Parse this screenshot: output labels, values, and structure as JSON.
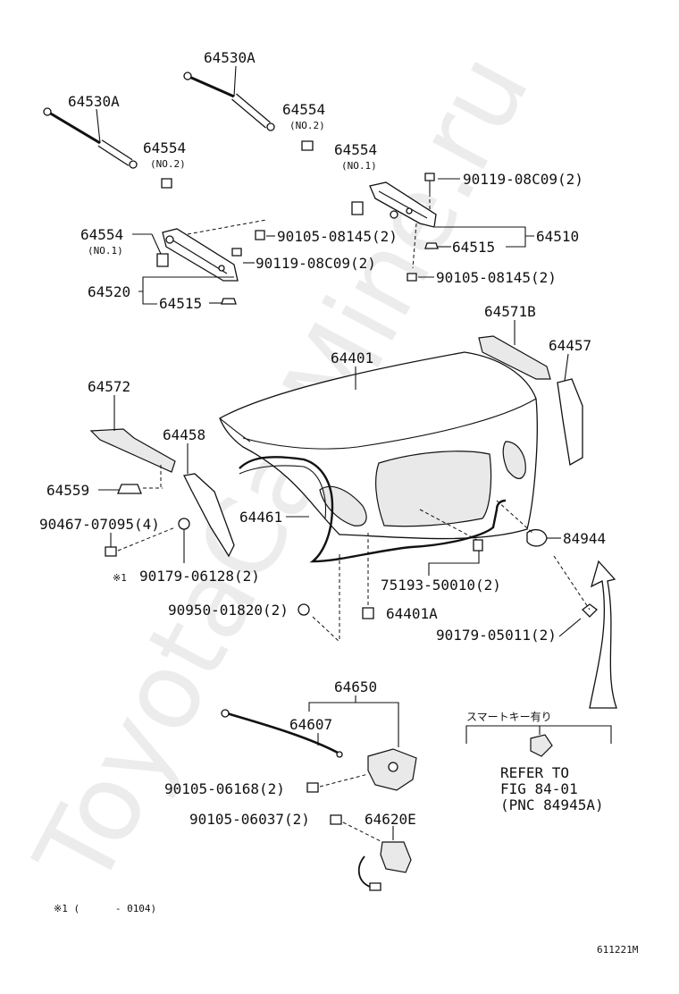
{
  "watermark": "ToyotaCarMine.ru",
  "labels": {
    "p64530A_top": "64530A",
    "p64530A_left": "64530A",
    "p64554_top": "64554",
    "p64554_top_sub": "(NO.2)",
    "p64554_left": "64554",
    "p64554_left_sub": "(NO.2)",
    "p64554_right": "64554",
    "p64554_right_sub": "(NO.1)",
    "p64554_lower": "64554",
    "p64554_lower_sub": "(NO.1)",
    "p90119_right": "90119-08C09(2)",
    "p90105_08145_left": "90105-08145(2)",
    "p64515_right": "64515",
    "p64510": "64510",
    "p90119_left": "90119-08C09(2)",
    "p90105_08145_right": "90105-08145(2)",
    "p64520": "64520",
    "p64515_left": "64515",
    "p64571B": "64571B",
    "p64457": "64457",
    "p64401": "64401",
    "p64572": "64572",
    "p64458": "64458",
    "p64559": "64559",
    "p90467": "90467-07095(4)",
    "p64461": "64461",
    "p84944": "84944",
    "mark_x1": "※1",
    "p90179_06128": "90179-06128(2)",
    "p75193": "75193-50010(2)",
    "p90950": "90950-01820(2)",
    "p64401A": "64401A",
    "p90179_05011": "90179-05011(2)",
    "p64650": "64650",
    "p64607": "64607",
    "smart_key": "スマートキー有り",
    "p90105_06168": "90105-06168(2)",
    "refer_1": "REFER TO",
    "refer_2": "FIG 84-01",
    "refer_3": "(PNC 84945A)",
    "p90105_06037": "90105-06037(2)",
    "p64620E": "64620E",
    "footnote": "※1 (      - 0104)",
    "fig_code": "611221M"
  }
}
